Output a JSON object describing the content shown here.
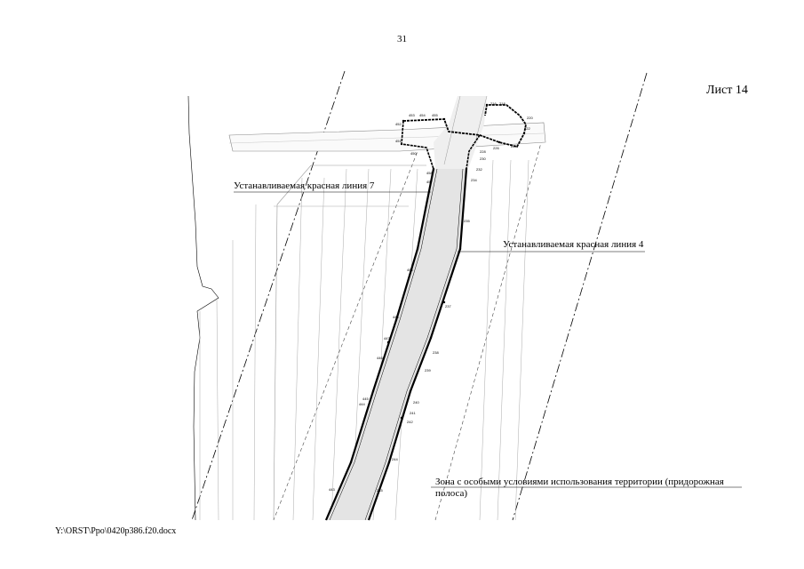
{
  "page": {
    "number": "31",
    "sheet": "Лист 14",
    "footer_path": "Y:\\ORST\\Ppo\\0420p386.f20.docx"
  },
  "drawing": {
    "callouts": {
      "red_line_7": "Устанавливаемая красная линия 7",
      "red_line_4": "Устанавливаемая красная линия 4",
      "zone_text": "Зона с особыми условиями использования территории (придорожная полоса)"
    },
    "left_points": [
      "453",
      "454",
      "455",
      "452",
      "451",
      "450",
      "458",
      "457",
      "456",
      "448",
      "447",
      "446",
      "445",
      "444",
      "443"
    ],
    "right_points": [
      "216",
      "218",
      "220",
      "222",
      "224",
      "226",
      "228",
      "230",
      "232",
      "234",
      "235",
      "237",
      "238",
      "239",
      "240",
      "241",
      "242",
      "244",
      "245"
    ]
  }
}
